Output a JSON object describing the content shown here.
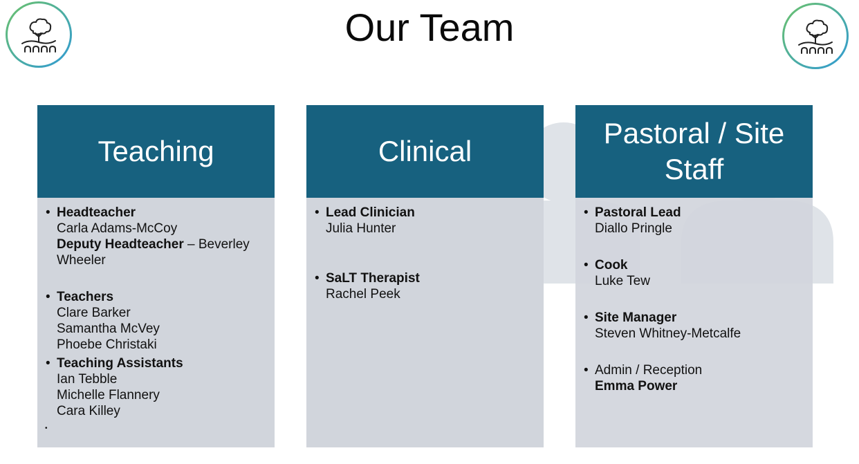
{
  "page": {
    "title": "Our Team"
  },
  "logos": {
    "left_icon": "tree-bridge-logo-icon",
    "right_icon": "tree-bridge-logo-icon"
  },
  "colors": {
    "header_blue": "#17617f",
    "panel_grey": "#d1d5dc",
    "watermark": "#dfe3e8"
  },
  "columns": [
    {
      "heading": "Teaching",
      "entries": [
        {
          "role": "Headteacher",
          "name": "Carla Adams-McCoy",
          "deputy_role": "Deputy Headteacher",
          "deputy_sep": " – Beverley",
          "deputy_name_cont": "Wheeler"
        },
        {
          "role": "Teachers",
          "names": [
            "Clare Barker",
            "Samantha McVey",
            "Phoebe Christaki"
          ]
        },
        {
          "role": "Teaching Assistants",
          "names": [
            "Ian Tebble",
            "Michelle Flannery",
            "Cara Killey"
          ]
        }
      ],
      "trailing_bullet": "•"
    },
    {
      "heading": "Clinical",
      "entries": [
        {
          "role": "Lead Clinician",
          "name": "Julia Hunter"
        },
        {
          "role": "SaLT Therapist",
          "name": "Rachel Peek"
        }
      ]
    },
    {
      "heading": "Pastoral / Site Staff",
      "entries": [
        {
          "role": "Pastoral Lead",
          "name": "Diallo Pringle"
        },
        {
          "role": "Cook",
          "name": "Luke Tew"
        },
        {
          "role": "Site Manager",
          "name": "Steven Whitney-Metcalfe"
        },
        {
          "role": "Admin / Reception",
          "name": "Emma Power"
        }
      ]
    }
  ],
  "bullet": "•"
}
